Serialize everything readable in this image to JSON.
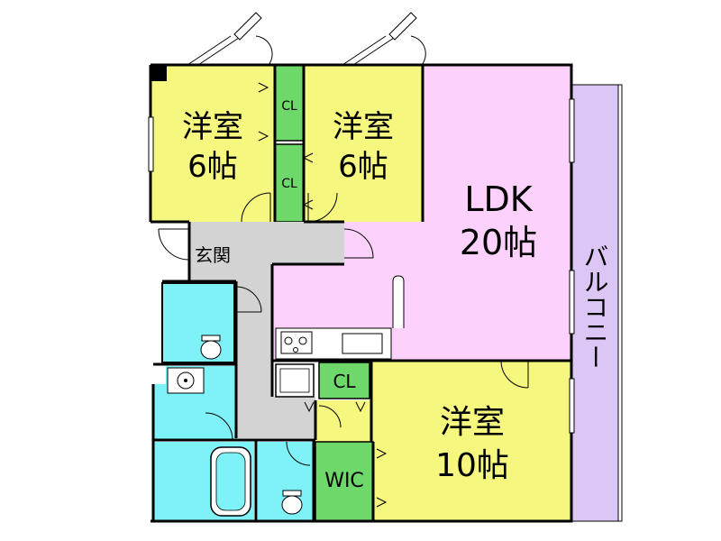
{
  "floorplan": {
    "rooms": {
      "western_room_nw": {
        "name": "洋室",
        "size": "6帖"
      },
      "western_room_n": {
        "name": "洋室",
        "size": "6帖"
      },
      "ldk": {
        "name": "LDK",
        "size": "20帖"
      },
      "western_room_se": {
        "name": "洋室",
        "size": "10帖"
      },
      "entrance": {
        "name": "玄関"
      },
      "balcony": {
        "name": "バルコニー"
      },
      "closet_1": {
        "name": "CL"
      },
      "closet_2": {
        "name": "CL"
      },
      "closet_3": {
        "name": "CL"
      },
      "walk_in_closet": {
        "name": "WIC"
      }
    },
    "colors": {
      "western_room": "#f5f77f",
      "ldk": "#fcd1fc",
      "wet_area": "#7ff2f8",
      "closet": "#6ed86b",
      "hallway": "#d3d3d3",
      "balcony": "#dcc6f6",
      "wall": "#000000"
    }
  }
}
